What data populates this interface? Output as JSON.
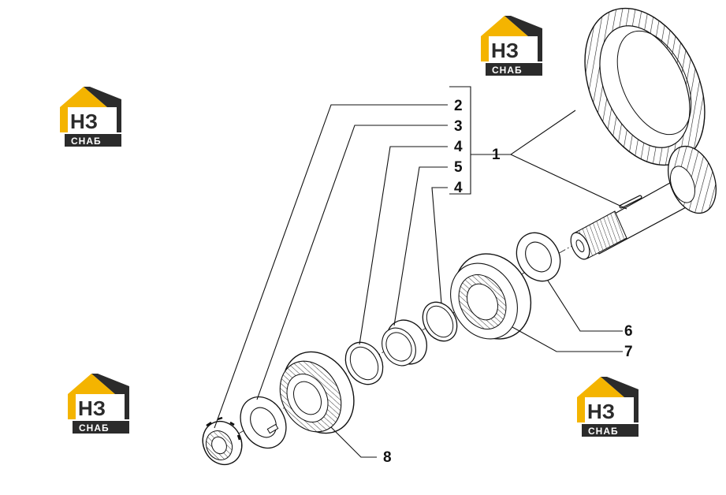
{
  "callouts": {
    "c1": "1",
    "c2": "2",
    "c3": "3",
    "c4a": "4",
    "c5": "5",
    "c4b": "4",
    "c6": "6",
    "c7": "7",
    "c8": "8"
  },
  "logo": {
    "letters": "НЗ",
    "word": "СНАБ",
    "colors": {
      "yellow": "#f4b400",
      "dark": "#2b2b2b",
      "white": "#ffffff"
    }
  },
  "colors": {
    "line": "#111111"
  }
}
